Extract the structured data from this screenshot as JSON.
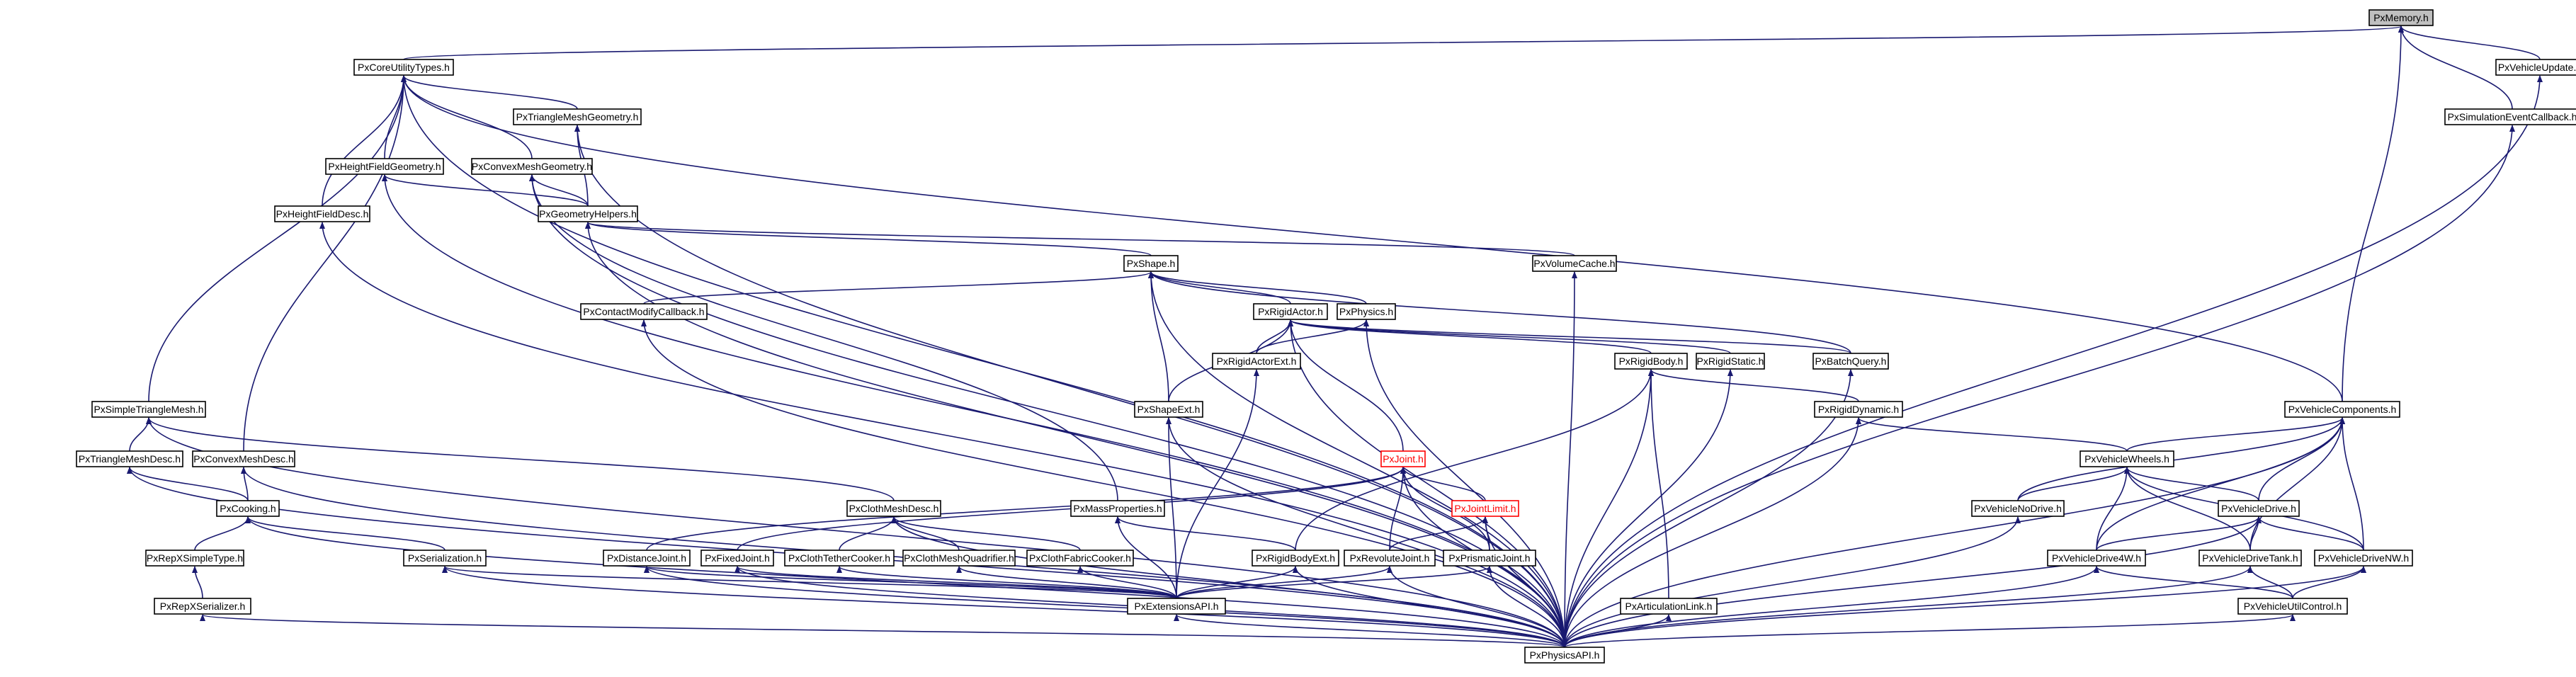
{
  "colors": {
    "edge": "#191970",
    "node_border": "#000000",
    "root_fill": "#bfbfbf",
    "highlight": "#ff0000",
    "background": "#ffffff"
  },
  "nodes": [
    {
      "id": "PxMemory",
      "label": "PxMemory.h",
      "style": "root"
    },
    {
      "id": "PxCoreUtilityTypes",
      "label": "PxCoreUtilityTypes.h"
    },
    {
      "id": "PxVehicleUpdate",
      "label": "PxVehicleUpdate.h"
    },
    {
      "id": "PxTriangleMeshGeometry",
      "label": "PxTriangleMeshGeometry.h"
    },
    {
      "id": "PxSimulationEventCallback",
      "label": "PxSimulationEventCallback.h"
    },
    {
      "id": "PxHeightFieldGeometry",
      "label": "PxHeightFieldGeometry.h"
    },
    {
      "id": "PxConvexMeshGeometry",
      "label": "PxConvexMeshGeometry.h"
    },
    {
      "id": "PxHeightFieldDesc",
      "label": "PxHeightFieldDesc.h"
    },
    {
      "id": "PxGeometryHelpers",
      "label": "PxGeometryHelpers.h"
    },
    {
      "id": "PxVolumeCache",
      "label": "PxVolumeCache.h"
    },
    {
      "id": "PxShape",
      "label": "PxShape.h"
    },
    {
      "id": "PxContactModifyCallback",
      "label": "PxContactModifyCallback.h"
    },
    {
      "id": "PxRigidActor",
      "label": "PxRigidActor.h"
    },
    {
      "id": "PxPhysics",
      "label": "PxPhysics.h"
    },
    {
      "id": "PxRigidActorExt",
      "label": "PxRigidActorExt.h"
    },
    {
      "id": "PxRigidBody",
      "label": "PxRigidBody.h"
    },
    {
      "id": "PxRigidStatic",
      "label": "PxRigidStatic.h"
    },
    {
      "id": "PxBatchQuery",
      "label": "PxBatchQuery.h"
    },
    {
      "id": "PxSimpleTriangleMesh",
      "label": "PxSimpleTriangleMesh.h"
    },
    {
      "id": "PxShapeExt",
      "label": "PxShapeExt.h"
    },
    {
      "id": "PxRigidDynamic",
      "label": "PxRigidDynamic.h"
    },
    {
      "id": "PxVehicleComponents",
      "label": "PxVehicleComponents.h"
    },
    {
      "id": "PxTriangleMeshDesc",
      "label": "PxTriangleMeshDesc.h"
    },
    {
      "id": "PxConvexMeshDesc",
      "label": "PxConvexMeshDesc.h"
    },
    {
      "id": "PxJoint",
      "label": "PxJoint.h",
      "style": "red"
    },
    {
      "id": "PxVehicleWheels",
      "label": "PxVehicleWheels.h"
    },
    {
      "id": "PxCooking",
      "label": "PxCooking.h"
    },
    {
      "id": "PxClothMeshDesc",
      "label": "PxClothMeshDesc.h"
    },
    {
      "id": "PxMassProperties",
      "label": "PxMassProperties.h"
    },
    {
      "id": "PxJointLimit",
      "label": "PxJointLimit.h",
      "style": "red"
    },
    {
      "id": "PxVehicleNoDrive",
      "label": "PxVehicleNoDrive.h"
    },
    {
      "id": "PxVehicleDrive",
      "label": "PxVehicleDrive.h"
    },
    {
      "id": "PxRepXSimpleType",
      "label": "PxRepXSimpleType.h"
    },
    {
      "id": "PxSerialization",
      "label": "PxSerialization.h"
    },
    {
      "id": "PxDistanceJoint",
      "label": "PxDistanceJoint.h"
    },
    {
      "id": "PxFixedJoint",
      "label": "PxFixedJoint.h"
    },
    {
      "id": "PxClothTetherCooker",
      "label": "PxClothTetherCooker.h"
    },
    {
      "id": "PxClothMeshQuadrifier",
      "label": "PxClothMeshQuadrifier.h"
    },
    {
      "id": "PxClothFabricCooker",
      "label": "PxClothFabricCooker.h"
    },
    {
      "id": "PxRigidBodyExt",
      "label": "PxRigidBodyExt.h"
    },
    {
      "id": "PxRevoluteJoint",
      "label": "PxRevoluteJoint.h"
    },
    {
      "id": "PxPrismaticJoint",
      "label": "PxPrismaticJoint.h"
    },
    {
      "id": "PxVehicleDrive4W",
      "label": "PxVehicleDrive4W.h"
    },
    {
      "id": "PxVehicleDriveTank",
      "label": "PxVehicleDriveTank.h"
    },
    {
      "id": "PxVehicleDriveNW",
      "label": "PxVehicleDriveNW.h"
    },
    {
      "id": "PxRepXSerializer",
      "label": "PxRepXSerializer.h"
    },
    {
      "id": "PxExtensionsAPI",
      "label": "PxExtensionsAPI.h"
    },
    {
      "id": "PxArticulationLink",
      "label": "PxArticulationLink.h"
    },
    {
      "id": "PxVehicleUtilControl",
      "label": "PxVehicleUtilControl.h"
    },
    {
      "id": "PxPhysicsAPI",
      "label": "PxPhysicsAPI.h"
    }
  ],
  "edges": [
    [
      "PxCoreUtilityTypes",
      "PxMemory"
    ],
    [
      "PxVehicleUpdate",
      "PxMemory"
    ],
    [
      "PxSimulationEventCallback",
      "PxMemory"
    ],
    [
      "PxVehicleComponents",
      "PxMemory"
    ],
    [
      "PxTriangleMeshGeometry",
      "PxCoreUtilityTypes"
    ],
    [
      "PxHeightFieldGeometry",
      "PxCoreUtilityTypes"
    ],
    [
      "PxConvexMeshGeometry",
      "PxCoreUtilityTypes"
    ],
    [
      "PxHeightFieldDesc",
      "PxCoreUtilityTypes"
    ],
    [
      "PxSimpleTriangleMesh",
      "PxCoreUtilityTypes"
    ],
    [
      "PxConvexMeshDesc",
      "PxCoreUtilityTypes"
    ],
    [
      "PxVehicleComponents",
      "PxCoreUtilityTypes"
    ],
    [
      "PxPhysicsAPI",
      "PxCoreUtilityTypes"
    ],
    [
      "PxGeometryHelpers",
      "PxTriangleMeshGeometry"
    ],
    [
      "PxPhysicsAPI",
      "PxTriangleMeshGeometry"
    ],
    [
      "PxGeometryHelpers",
      "PxHeightFieldGeometry"
    ],
    [
      "PxPhysicsAPI",
      "PxHeightFieldGeometry"
    ],
    [
      "PxGeometryHelpers",
      "PxConvexMeshGeometry"
    ],
    [
      "PxMassProperties",
      "PxConvexMeshGeometry"
    ],
    [
      "PxPhysicsAPI",
      "PxConvexMeshGeometry"
    ],
    [
      "PxPhysicsAPI",
      "PxHeightFieldDesc"
    ],
    [
      "PxShape",
      "PxGeometryHelpers"
    ],
    [
      "PxVolumeCache",
      "PxGeometryHelpers"
    ],
    [
      "PxPhysicsAPI",
      "PxGeometryHelpers"
    ],
    [
      "PxPhysicsAPI",
      "PxVolumeCache"
    ],
    [
      "PxContactModifyCallback",
      "PxShape"
    ],
    [
      "PxRigidActor",
      "PxShape"
    ],
    [
      "PxPhysics",
      "PxShape"
    ],
    [
      "PxShapeExt",
      "PxShape"
    ],
    [
      "PxBatchQuery",
      "PxShape"
    ],
    [
      "PxPhysicsAPI",
      "PxShape"
    ],
    [
      "PxPhysicsAPI",
      "PxContactModifyCallback"
    ],
    [
      "PxRigidActorExt",
      "PxRigidActor"
    ],
    [
      "PxRigidBody",
      "PxRigidActor"
    ],
    [
      "PxRigidStatic",
      "PxRigidActor"
    ],
    [
      "PxShapeExt",
      "PxRigidActor"
    ],
    [
      "PxJoint",
      "PxRigidActor"
    ],
    [
      "PxBatchQuery",
      "PxRigidActor"
    ],
    [
      "PxPhysicsAPI",
      "PxRigidActor"
    ],
    [
      "PxRigidActorExt",
      "PxPhysics"
    ],
    [
      "PxPhysicsAPI",
      "PxPhysics"
    ],
    [
      "PxExtensionsAPI",
      "PxRigidActorExt"
    ],
    [
      "PxRigidDynamic",
      "PxRigidBody"
    ],
    [
      "PxRigidBodyExt",
      "PxRigidBody"
    ],
    [
      "PxArticulationLink",
      "PxRigidBody"
    ],
    [
      "PxPhysicsAPI",
      "PxRigidBody"
    ],
    [
      "PxPhysicsAPI",
      "PxRigidStatic"
    ],
    [
      "PxPhysicsAPI",
      "PxBatchQuery"
    ],
    [
      "PxTriangleMeshDesc",
      "PxSimpleTriangleMesh"
    ],
    [
      "PxClothMeshDesc",
      "PxSimpleTriangleMesh"
    ],
    [
      "PxPhysicsAPI",
      "PxSimpleTriangleMesh"
    ],
    [
      "PxExtensionsAPI",
      "PxShapeExt"
    ],
    [
      "PxPhysicsAPI",
      "PxShapeExt"
    ],
    [
      "PxVehicleWheels",
      "PxRigidDynamic"
    ],
    [
      "PxPhysicsAPI",
      "PxRigidDynamic"
    ],
    [
      "PxVehicleWheels",
      "PxVehicleComponents"
    ],
    [
      "PxVehicleNoDrive",
      "PxVehicleComponents"
    ],
    [
      "PxVehicleDrive",
      "PxVehicleComponents"
    ],
    [
      "PxVehicleDrive4W",
      "PxVehicleComponents"
    ],
    [
      "PxVehicleDriveTank",
      "PxVehicleComponents"
    ],
    [
      "PxVehicleDriveNW",
      "PxVehicleComponents"
    ],
    [
      "PxPhysicsAPI",
      "PxVehicleComponents"
    ],
    [
      "PxCooking",
      "PxTriangleMeshDesc"
    ],
    [
      "PxPhysicsAPI",
      "PxTriangleMeshDesc"
    ],
    [
      "PxCooking",
      "PxConvexMeshDesc"
    ],
    [
      "PxPhysicsAPI",
      "PxConvexMeshDesc"
    ],
    [
      "PxJointLimit",
      "PxJoint"
    ],
    [
      "PxDistanceJoint",
      "PxJoint"
    ],
    [
      "PxFixedJoint",
      "PxJoint"
    ],
    [
      "PxRevoluteJoint",
      "PxJoint"
    ],
    [
      "PxPrismaticJoint",
      "PxJoint"
    ],
    [
      "PxPhysicsAPI",
      "PxJoint"
    ],
    [
      "PxVehicleNoDrive",
      "PxVehicleWheels"
    ],
    [
      "PxVehicleDrive",
      "PxVehicleWheels"
    ],
    [
      "PxVehicleDrive4W",
      "PxVehicleWheels"
    ],
    [
      "PxVehicleDriveTank",
      "PxVehicleWheels"
    ],
    [
      "PxVehicleDriveNW",
      "PxVehicleWheels"
    ],
    [
      "PxRepXSimpleType",
      "PxCooking"
    ],
    [
      "PxSerialization",
      "PxCooking"
    ],
    [
      "PxPhysicsAPI",
      "PxCooking"
    ],
    [
      "PxClothTetherCooker",
      "PxClothMeshDesc"
    ],
    [
      "PxClothMeshQuadrifier",
      "PxClothMeshDesc"
    ],
    [
      "PxClothFabricCooker",
      "PxClothMeshDesc"
    ],
    [
      "PxRigidBodyExt",
      "PxMassProperties"
    ],
    [
      "PxExtensionsAPI",
      "PxMassProperties"
    ],
    [
      "PxRevoluteJoint",
      "PxJointLimit"
    ],
    [
      "PxPrismaticJoint",
      "PxJointLimit"
    ],
    [
      "PxPhysicsAPI",
      "PxJointLimit"
    ],
    [
      "PxPhysicsAPI",
      "PxVehicleNoDrive"
    ],
    [
      "PxVehicleDrive4W",
      "PxVehicleDrive"
    ],
    [
      "PxVehicleDriveTank",
      "PxVehicleDrive"
    ],
    [
      "PxVehicleDriveNW",
      "PxVehicleDrive"
    ],
    [
      "PxPhysicsAPI",
      "PxVehicleDrive"
    ],
    [
      "PxRepXSerializer",
      "PxRepXSimpleType"
    ],
    [
      "PxExtensionsAPI",
      "PxSerialization"
    ],
    [
      "PxPhysicsAPI",
      "PxSerialization"
    ],
    [
      "PxExtensionsAPI",
      "PxDistanceJoint"
    ],
    [
      "PxExtensionsAPI",
      "PxFixedJoint"
    ],
    [
      "PxExtensionsAPI",
      "PxClothTetherCooker"
    ],
    [
      "PxExtensionsAPI",
      "PxClothMeshQuadrifier"
    ],
    [
      "PxExtensionsAPI",
      "PxClothFabricCooker"
    ],
    [
      "PxExtensionsAPI",
      "PxRigidBodyExt"
    ],
    [
      "PxExtensionsAPI",
      "PxRevoluteJoint"
    ],
    [
      "PxExtensionsAPI",
      "PxPrismaticJoint"
    ],
    [
      "PxPhysicsAPI",
      "PxRigidBodyExt"
    ],
    [
      "PxPhysicsAPI",
      "PxRevoluteJoint"
    ],
    [
      "PxPhysicsAPI",
      "PxPrismaticJoint"
    ],
    [
      "PxVehicleUtilControl",
      "PxVehicleDrive4W"
    ],
    [
      "PxPhysicsAPI",
      "PxVehicleDrive4W"
    ],
    [
      "PxVehicleUtilControl",
      "PxVehicleDriveTank"
    ],
    [
      "PxPhysicsAPI",
      "PxVehicleDriveTank"
    ],
    [
      "PxVehicleUtilControl",
      "PxVehicleDriveNW"
    ],
    [
      "PxPhysicsAPI",
      "PxVehicleDriveNW"
    ],
    [
      "PxPhysicsAPI",
      "PxRepXSerializer"
    ],
    [
      "PxPhysicsAPI",
      "PxExtensionsAPI"
    ],
    [
      "PxPhysicsAPI",
      "PxArticulationLink"
    ],
    [
      "PxPhysicsAPI",
      "PxVehicleUtilControl"
    ],
    [
      "PxPhysicsAPI",
      "PxVehicleUpdate"
    ],
    [
      "PxPhysicsAPI",
      "PxSimulationEventCallback"
    ],
    [
      "PxPhysicsAPI",
      "PxDistanceJoint"
    ],
    [
      "PxPhysicsAPI",
      "PxFixedJoint"
    ],
    [
      "PxPhysicsAPI",
      "PxClothMeshDesc"
    ]
  ]
}
